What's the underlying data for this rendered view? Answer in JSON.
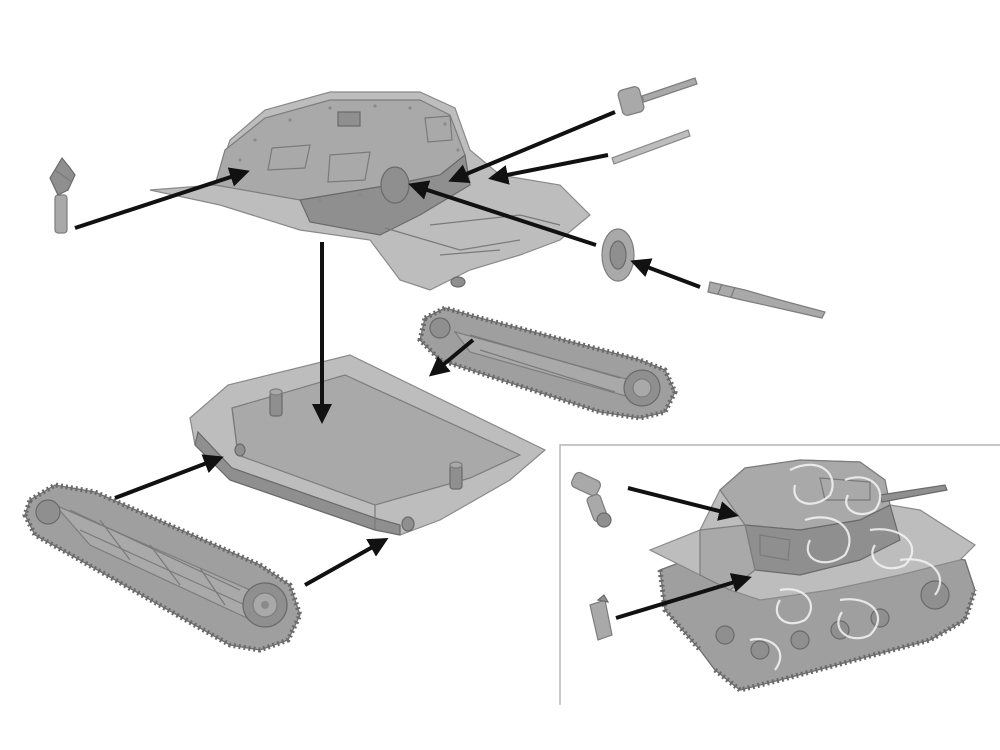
{
  "diagram": {
    "parts": [
      "upper-hull",
      "lower-hull-tub",
      "left-track-assembly",
      "right-track-assembly",
      "periscope",
      "machine-gun-barrel",
      "antenna-rod",
      "gun-mantlet",
      "cannon-barrel",
      "assembled-tank-inset",
      "inset-periscope",
      "inset-hatch-part"
    ],
    "colors": {
      "background": "#ffffff",
      "plastic": "#a9a9a9",
      "arrow": "#111111",
      "inset_border": "#b5b5b5",
      "camouflage": "#f4f4f4"
    },
    "arrow_count": 13
  }
}
